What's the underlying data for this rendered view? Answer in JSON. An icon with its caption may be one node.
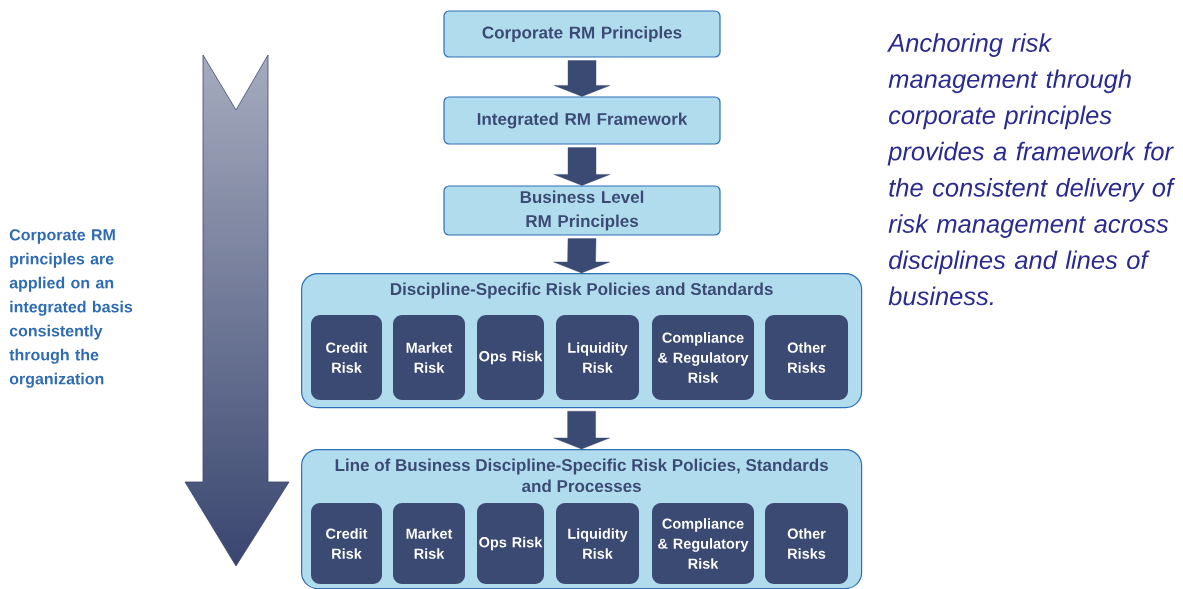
{
  "diagram": {
    "nodes": [
      {
        "text": [
          "Corporate RM Principles"
        ]
      },
      {
        "text": [
          "Integrated RM Framework"
        ]
      },
      {
        "text": [
          "Business Level RM Principles"
        ]
      },
      {
        "text": [
          "Discipline-Specific Risk Policies and Standards"
        ]
      },
      {
        "text": [
          "Credit Risk"
        ],
        "in": 3
      },
      {
        "text": [
          "Market Risk"
        ],
        "in": 3
      },
      {
        "text": [
          "Ops Risk"
        ],
        "in": 3
      },
      {
        "text": [
          "Liquidity Risk"
        ],
        "in": 3
      },
      {
        "text": [
          "Compliance & Regulatory Risk"
        ],
        "in": 3
      },
      {
        "text": [
          "Other Risks"
        ],
        "in": 3
      },
      {
        "text": [
          "Line of Business Discipline-Specific Risk Policies, Standards and Processes"
        ]
      },
      {
        "text": [
          "Credit Risk"
        ],
        "in": 10
      },
      {
        "text": [
          "Market Risk"
        ],
        "in": 10
      },
      {
        "text": [
          "Ops Risk"
        ],
        "in": 10
      },
      {
        "text": [
          "Liquidity Risk"
        ],
        "in": 10
      },
      {
        "text": [
          "Compliance & Regulatory Risk"
        ],
        "in": 10
      },
      {
        "text": [
          "Other Risks"
        ],
        "in": 10
      }
    ],
    "edges": [
      {
        "from": 0,
        "to": 1,
        "arrow": "to"
      },
      {
        "from": 1,
        "to": 2,
        "arrow": "to"
      },
      {
        "from": 2,
        "to": 3,
        "arrow": "to"
      },
      {
        "from": 3,
        "to": 10,
        "arrow": "to"
      }
    ],
    "labels": [
      "Corporate RM principles are applied on an integrated basis consistently through the organization",
      "Anchoring risk management through corporate principles provides a framework for the consistent delivery of risk management across disciplines and lines of business."
    ]
  }
}
